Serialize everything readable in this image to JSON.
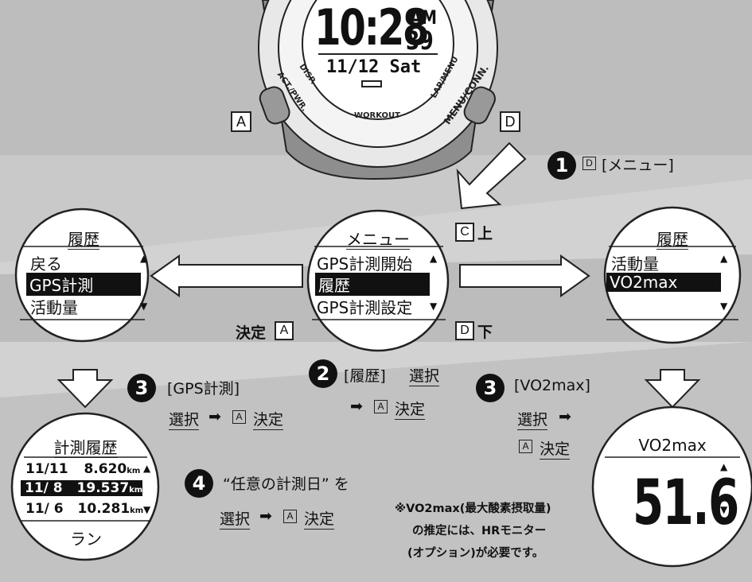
{
  "watch": {
    "time": "10:28",
    "ampm": "AM",
    "seconds": "39",
    "date": "11/12 Sat",
    "bezel_labels": [
      "DISP.",
      "ACT./PWR.",
      "WORKOUT",
      "LAP/MENU",
      "MENU/CONN."
    ],
    "button_left": "A",
    "button_right": "D"
  },
  "step1": {
    "num": "1",
    "key": "D",
    "label": "[メニュー]"
  },
  "nav": {
    "up_key": "C",
    "up_label": "上",
    "down_key": "D",
    "down_label": "下",
    "confirm_label": "決定",
    "confirm_key": "A"
  },
  "menu_screen": {
    "title": "メニュー",
    "items": [
      "GPS計測開始",
      "履歴",
      "GPS計測設定"
    ]
  },
  "history_left": {
    "title": "履歴",
    "items": [
      "戻る",
      "GPS計測",
      "活動量"
    ]
  },
  "history_right": {
    "title": "履歴",
    "items": [
      "活動量",
      "VO2max"
    ]
  },
  "step2": {
    "num": "2",
    "line1a": "[履歴]",
    "line1b": "選択",
    "arrow": "➡",
    "key": "A",
    "confirm": "決定"
  },
  "step3_left": {
    "num": "3",
    "line1": "[GPS計測]",
    "select": "選択",
    "arrow": "➡",
    "key": "A",
    "confirm": "決定"
  },
  "step3_right": {
    "num": "3",
    "line1": "[VO2max]",
    "select": "選択",
    "arrow": "➡",
    "key": "A",
    "confirm": "決定"
  },
  "log_screen": {
    "title": "計測履歴",
    "rows": [
      {
        "date": "11/11",
        "dist": "8.620",
        "unit": "km"
      },
      {
        "date": "11/ 8",
        "dist": "19.537",
        "unit": "km"
      },
      {
        "date": "11/ 6",
        "dist": "10.281",
        "unit": "km"
      }
    ],
    "footer": "ラン"
  },
  "step4": {
    "num": "4",
    "line1": "“任意の計測日” を",
    "select": "選択",
    "arrow": "➡",
    "key": "A",
    "confirm": "決定"
  },
  "vo2_screen": {
    "title": "VO2max",
    "value": "51.6"
  },
  "note": [
    "※VO2max(最大酸素摂取量)",
    "の推定には、HRモニター",
    "(オプション)が必要です。"
  ]
}
